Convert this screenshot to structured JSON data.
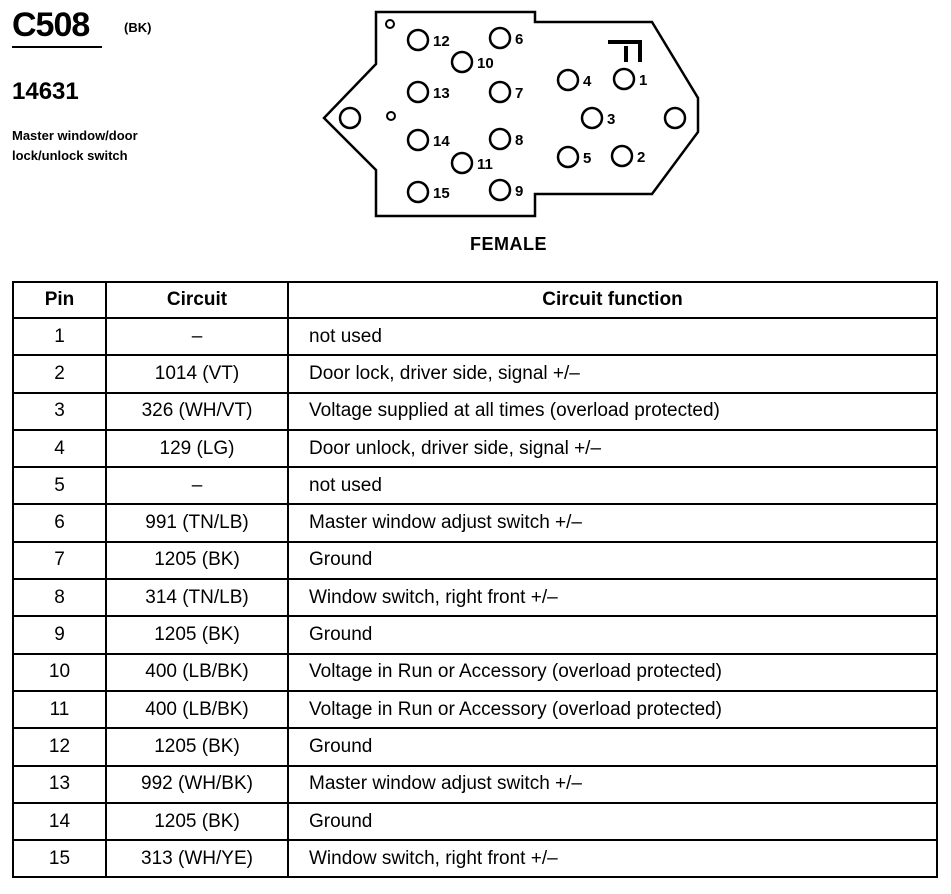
{
  "header": {
    "connector_id": "C508",
    "connector_color": "(BK)",
    "part_number": "14631",
    "description": "Master window/door lock/unlock switch"
  },
  "diagram": {
    "pins": [
      "1",
      "2",
      "3",
      "4",
      "5",
      "6",
      "7",
      "8",
      "9",
      "10",
      "11",
      "12",
      "13",
      "14",
      "15"
    ],
    "view_label": "FEMALE"
  },
  "table": {
    "headers": [
      "Pin",
      "Circuit",
      "Circuit function"
    ],
    "rows": [
      {
        "pin": "1",
        "circuit": "–",
        "function": "not used"
      },
      {
        "pin": "2",
        "circuit": "1014 (VT)",
        "function": "Door lock, driver side, signal +/–"
      },
      {
        "pin": "3",
        "circuit": "326 (WH/VT)",
        "function": "Voltage supplied at all times (overload protected)"
      },
      {
        "pin": "4",
        "circuit": "129 (LG)",
        "function": "Door unlock, driver side, signal +/–"
      },
      {
        "pin": "5",
        "circuit": "–",
        "function": "not used"
      },
      {
        "pin": "6",
        "circuit": "991 (TN/LB)",
        "function": "Master window adjust switch +/–"
      },
      {
        "pin": "7",
        "circuit": "1205 (BK)",
        "function": "Ground"
      },
      {
        "pin": "8",
        "circuit": "314 (TN/LB)",
        "function": "Window switch, right front +/–"
      },
      {
        "pin": "9",
        "circuit": "1205 (BK)",
        "function": "Ground"
      },
      {
        "pin": "10",
        "circuit": "400 (LB/BK)",
        "function": "Voltage in Run or Accessory (overload protected)"
      },
      {
        "pin": "11",
        "circuit": "400 (LB/BK)",
        "function": "Voltage in Run or Accessory (overload protected)"
      },
      {
        "pin": "12",
        "circuit": "1205 (BK)",
        "function": "Ground"
      },
      {
        "pin": "13",
        "circuit": "992 (WH/BK)",
        "function": "Master window adjust switch +/–"
      },
      {
        "pin": "14",
        "circuit": "1205 (BK)",
        "function": "Ground"
      },
      {
        "pin": "15",
        "circuit": "313 (WH/YE)",
        "function": "Window switch, right front +/–"
      }
    ]
  }
}
